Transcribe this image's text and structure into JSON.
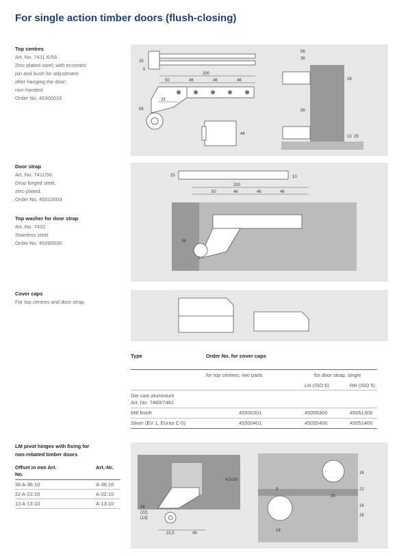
{
  "title": "For single action timber doors (flush-closing)",
  "top_centres": {
    "heading": "Top centres",
    "lines": [
      "Art. No. 7411 K/56",
      "Zinc-plated steel; with eccentric",
      "pin and bush for adjustment",
      "after hanging the door;",
      "non-handed.",
      "Order No. 45300016"
    ],
    "dims": {
      "d200": "200",
      "d50": "50",
      "d46a": "46",
      "d46b": "46",
      "d46c": "46",
      "d33": "33",
      "d56": "56",
      "d25": "25",
      "d5": "5",
      "d44": "44",
      "d56b": "56",
      "d36": "36",
      "d16": "16",
      "d56c": "56",
      "d13": "13",
      "d29": "29"
    }
  },
  "door_strap": {
    "heading": "Door strap",
    "lines": [
      "Art. No. 7411/56",
      "Drop forged steel,",
      "zinc-plated.",
      "Order No. 45010003"
    ],
    "dims": {
      "d200": "200",
      "d50": "50",
      "d46a": "46",
      "d46b": "46",
      "d46c": "46",
      "d25": "25",
      "d10": "10",
      "d36": "36"
    }
  },
  "top_washer": {
    "heading": "Top washer for door strap",
    "lines": [
      "Art. No. 7432",
      "Stainless steel",
      "Order No. 45090030"
    ]
  },
  "cover_caps": {
    "heading": "Cover caps",
    "lines": [
      "For top centres and door strap"
    ]
  },
  "caps_table": {
    "col_type": "Type",
    "col_order": "Order No. for cover caps",
    "sub_top": "for top centres, two parts",
    "sub_door": "for door strap, single",
    "sub_lh": "LH (ISO 6)",
    "sub_rh": "RH (ISO 5)",
    "material1": "Die cast aluminium",
    "material2": "Art. No. 7483/7481",
    "rows": [
      {
        "type": "Mill finish",
        "top": "45500301",
        "lh": "45055300",
        "rh": "45051300"
      },
      {
        "type": "Silver (EV 1, Euras C-0)",
        "top": "45500401",
        "lh": "45055400",
        "rh": "45051400"
      }
    ]
  },
  "lm_pivot": {
    "heading1": "LM pivot hinges with fixing for",
    "heading2": "non-rebated timber doors",
    "col1a": "Offset in mm Art.",
    "col1b": "No.",
    "col2": "Art.-Nr.",
    "rows": [
      {
        "a": "36 A-36:10",
        "b": "A-36:10"
      },
      {
        "a": "22 A-22:10",
        "b": "A-22:10"
      },
      {
        "a": "13 A-13:10",
        "b": "A-13:10"
      }
    ],
    "dims": {
      "d45": "4,5x30",
      "d36": "36",
      "d22": "(22)",
      "d13": "(13)",
      "d225": "22,5",
      "d49": "49",
      "d29": "29",
      "d9": "9",
      "d18": "18",
      "d22b": "22",
      "d16": "16",
      "d16b": "16",
      "d18b": "18"
    }
  }
}
